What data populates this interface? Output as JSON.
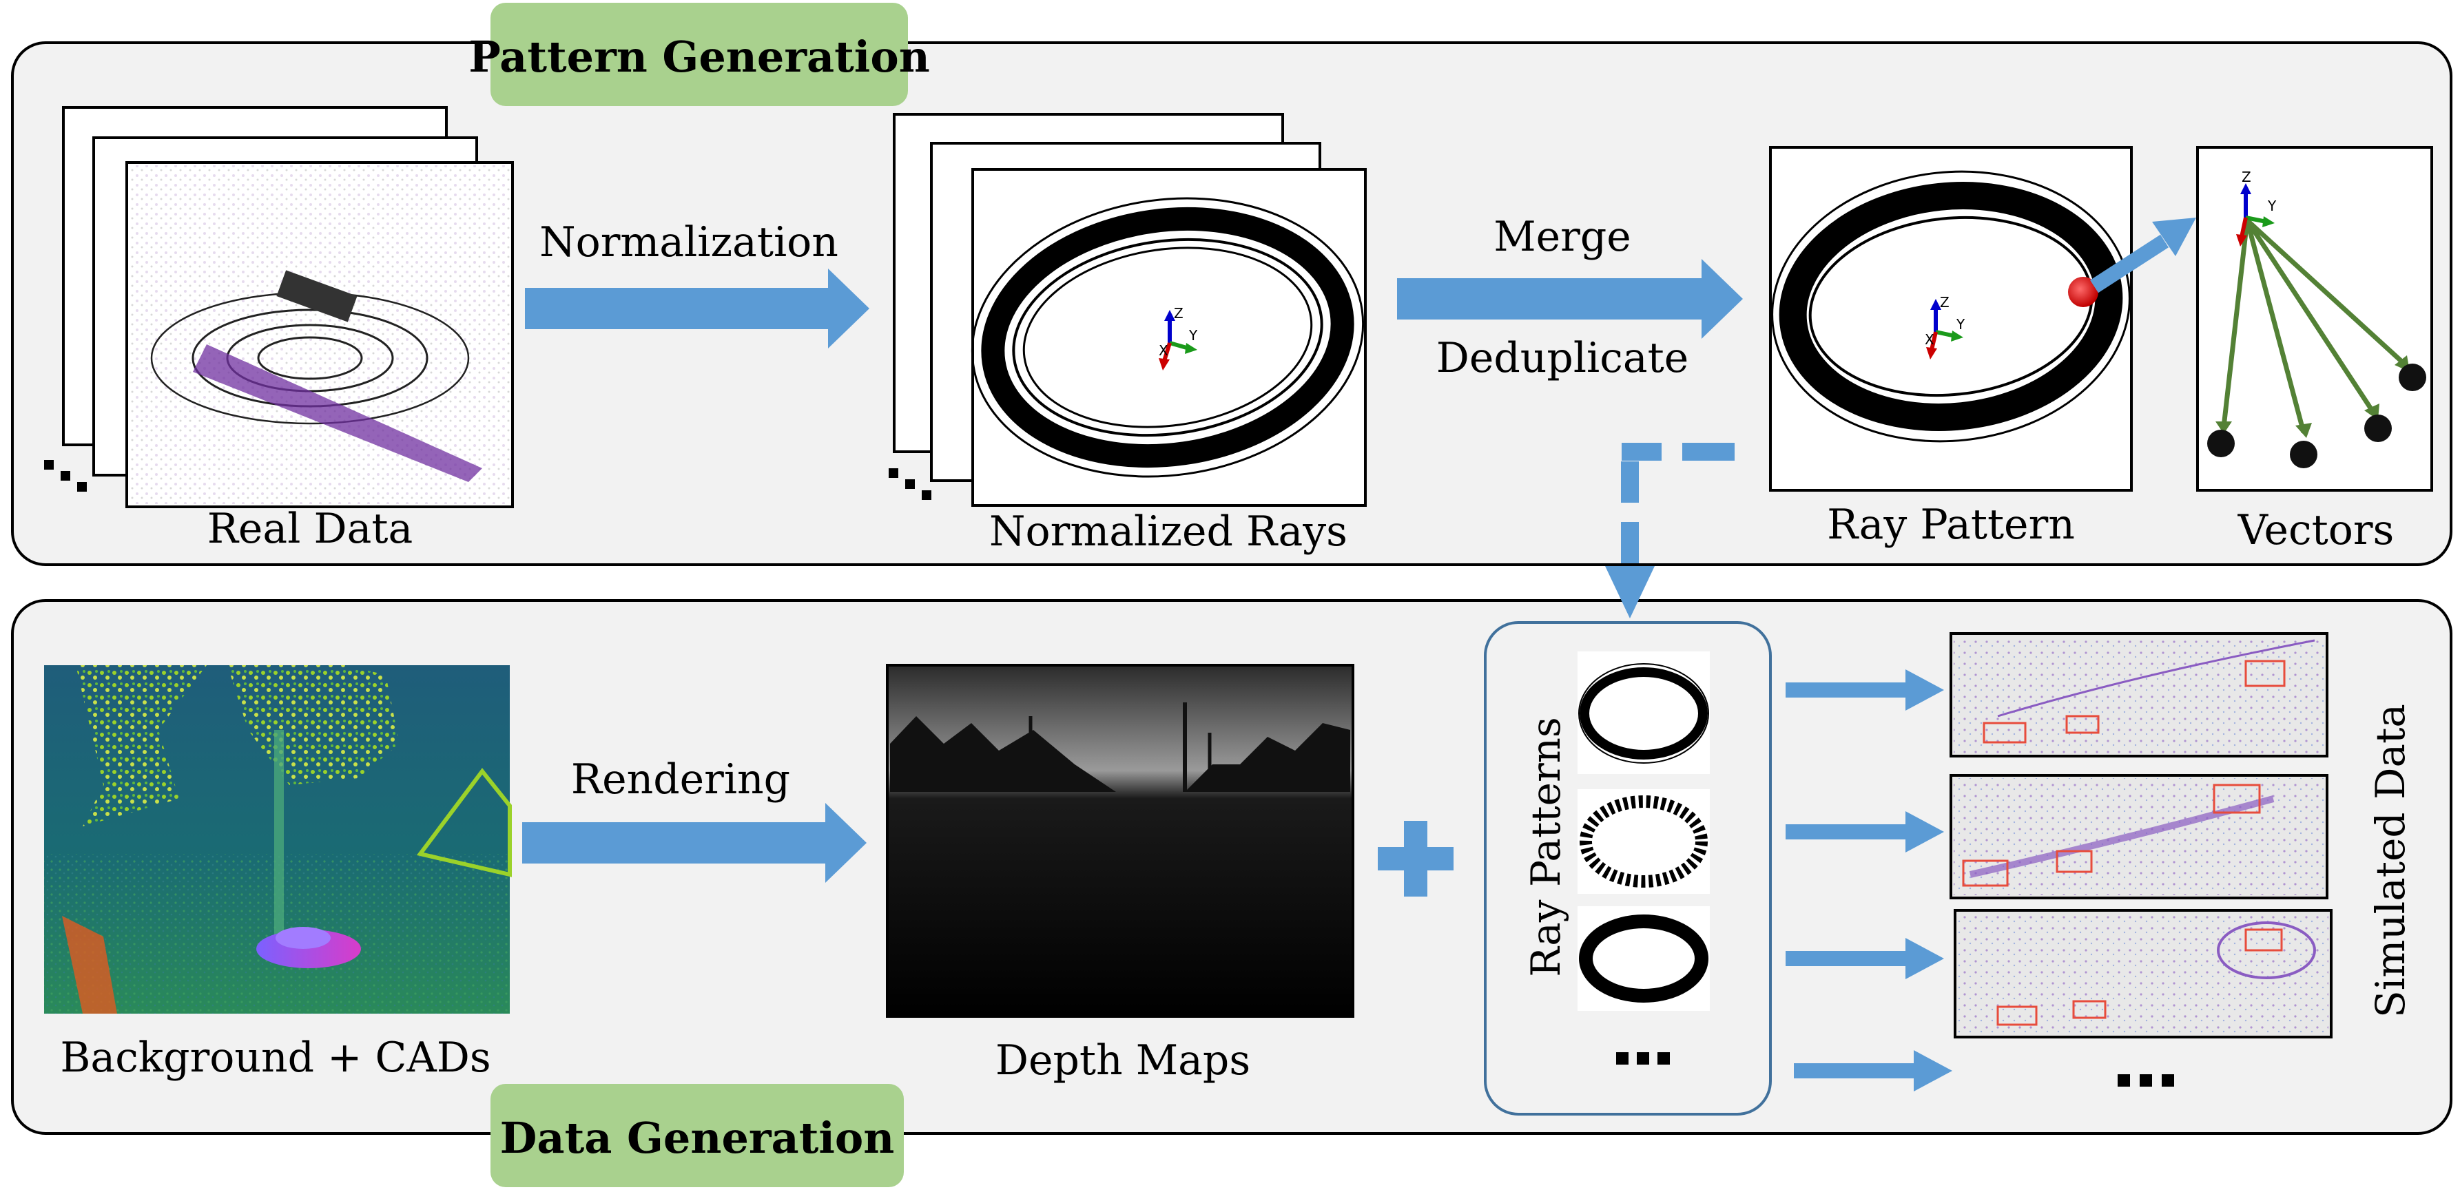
{
  "panels": {
    "top": {
      "tag": "Pattern Generation",
      "tag_color": "#a9d18e"
    },
    "bottom": {
      "tag": "Data Generation",
      "tag_color": "#a9d18e"
    }
  },
  "top_row": {
    "real_data": "Real Data",
    "normalization": "Normalization",
    "normalized_rays": "Normalized Rays",
    "merge": "Merge",
    "deduplicate": "Deduplicate",
    "ray_pattern": "Ray Pattern",
    "vectors": "Vectors"
  },
  "bottom_row": {
    "background_cads": "Background + CADs",
    "rendering": "Rendering",
    "depth_maps": "Depth Maps",
    "ray_patterns": "Ray Patterns",
    "simulated_data": "Simulated Data",
    "more": "..."
  },
  "axis_labels": {
    "z": "Z",
    "y": "Y",
    "x": "X"
  },
  "colors": {
    "arrow": "#5b9bd5",
    "panel_fill": "#f2f2f2",
    "vector_green": "#538135",
    "point_cloud_purple": "#7030a0",
    "box_red": "#e74c3c"
  },
  "icons": [
    "arrow-right-icon",
    "plus-icon",
    "ellipsis-icon",
    "axes-icon",
    "arrow-down-icon"
  ]
}
